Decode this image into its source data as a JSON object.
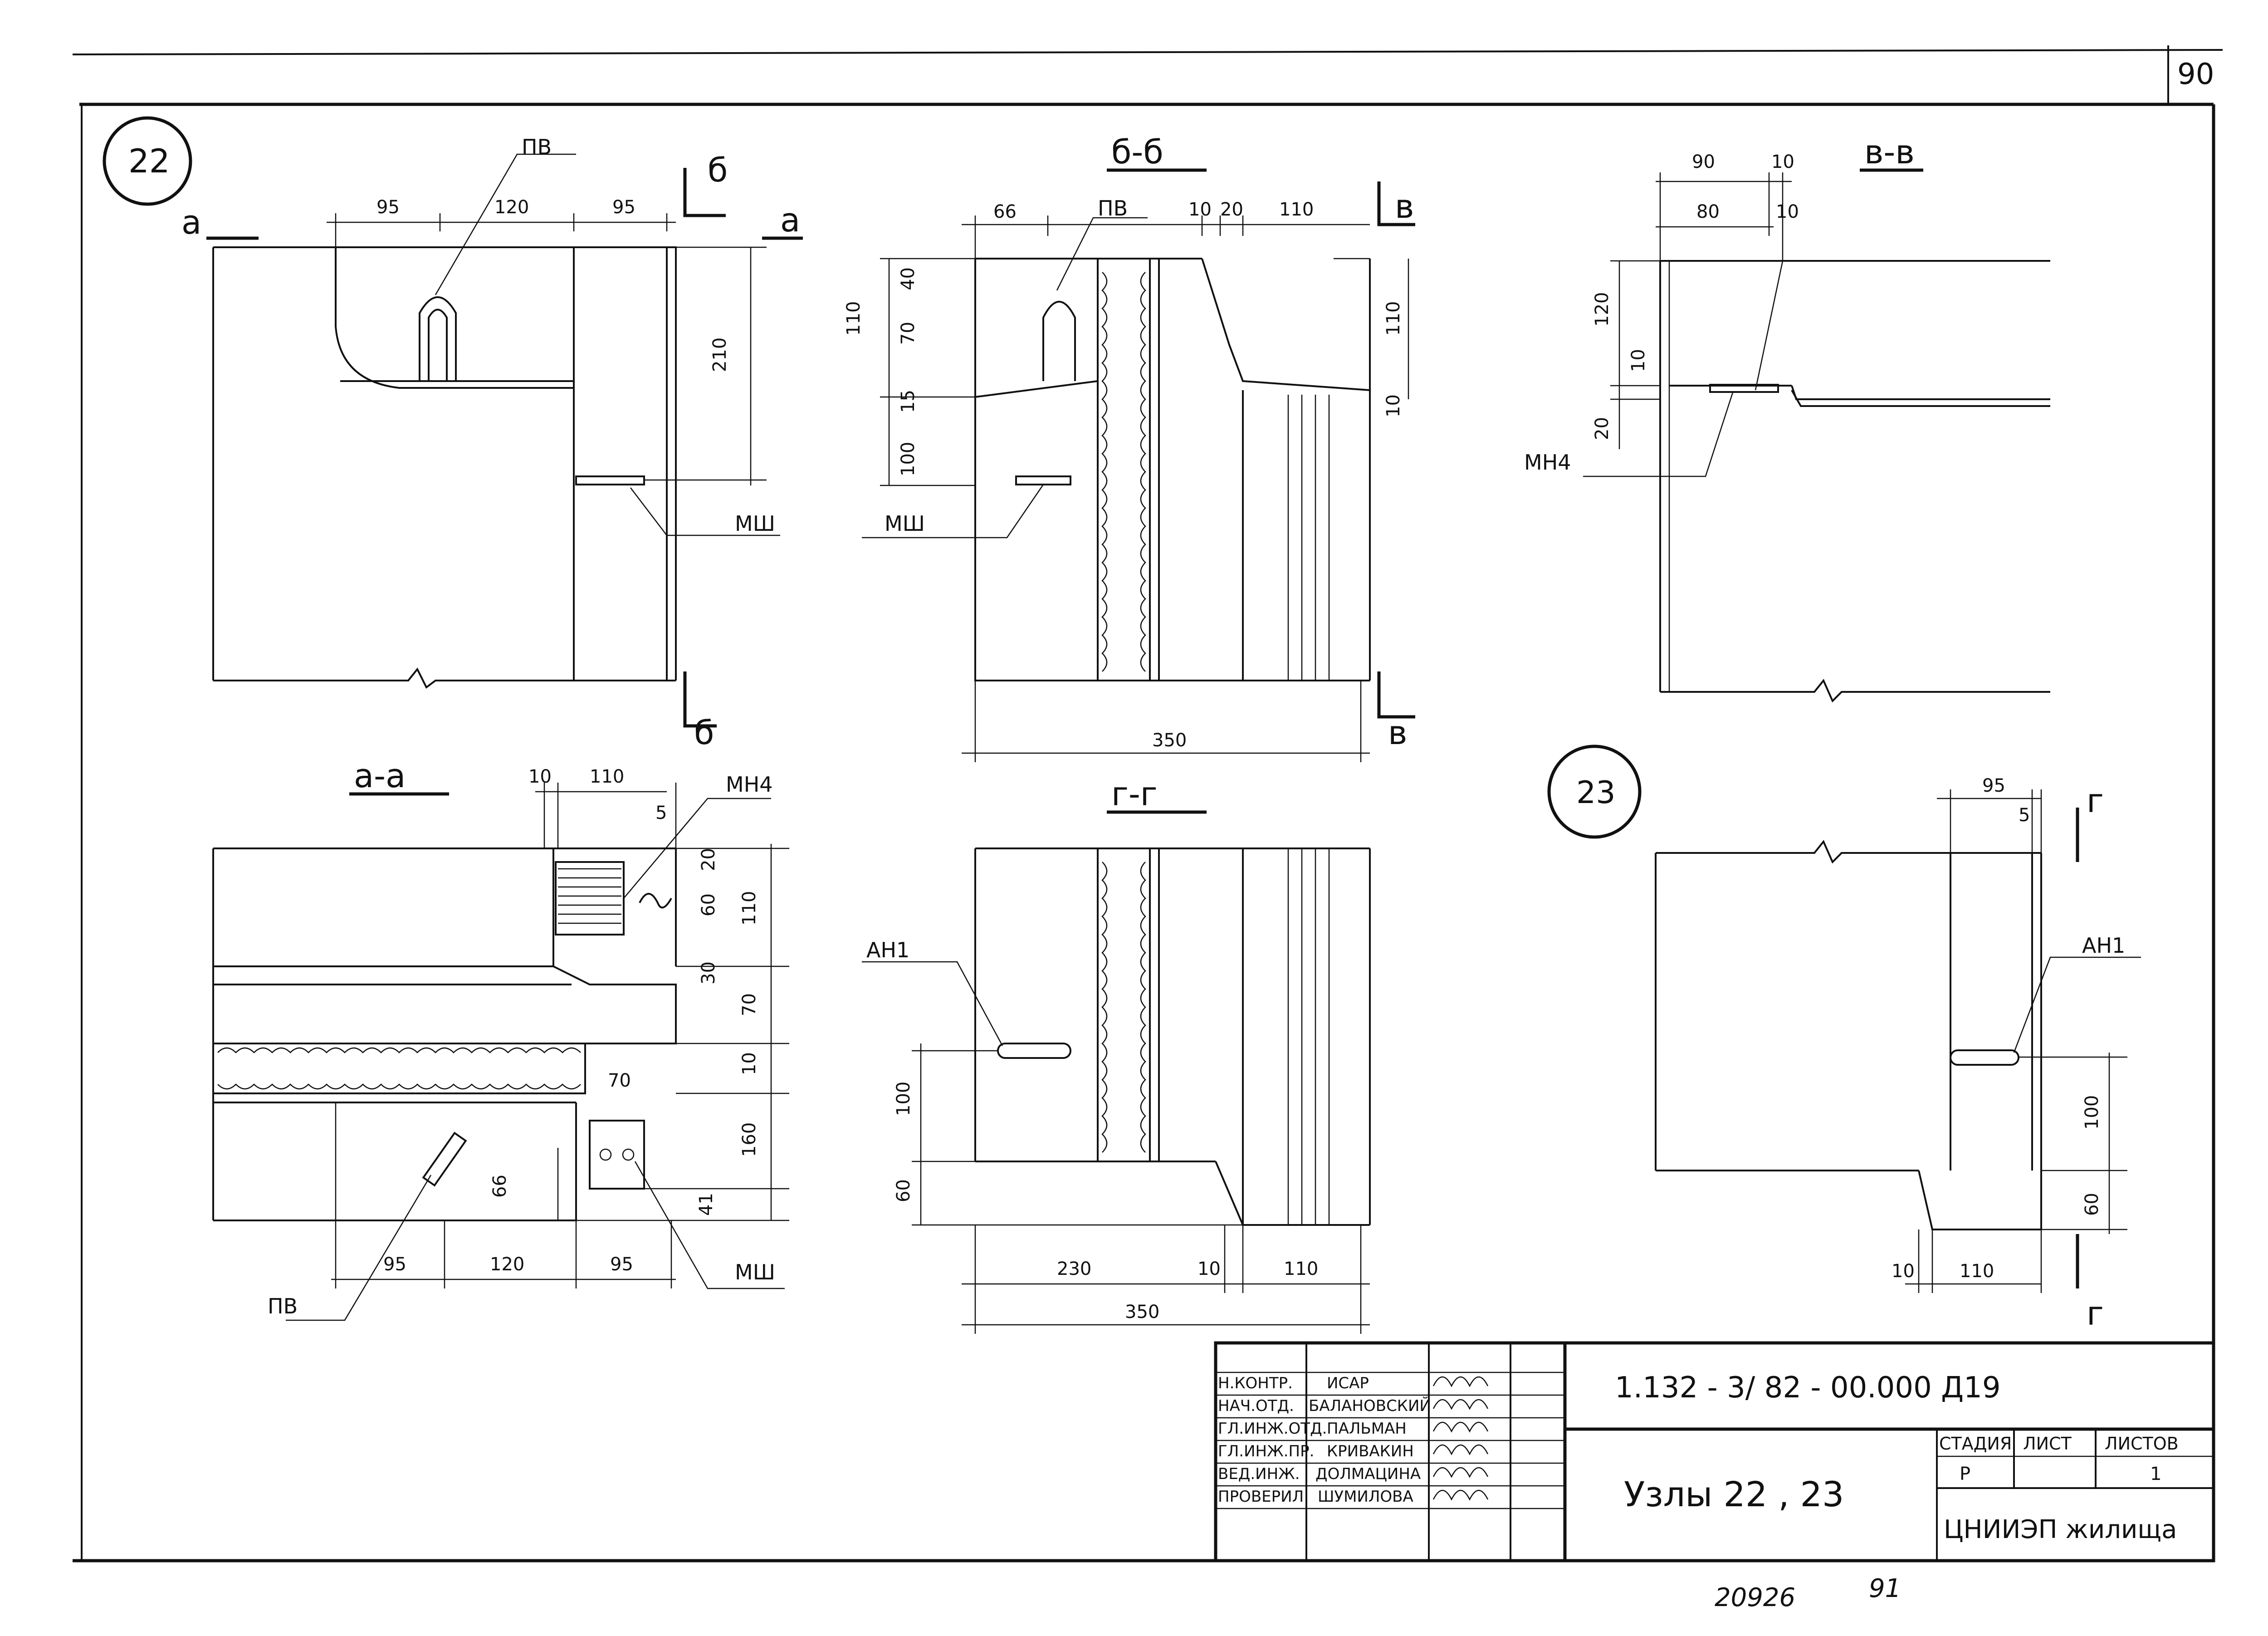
{
  "sheet": {
    "page_no": "90",
    "bottom_left": "20926",
    "bottom_right": "91"
  },
  "nodes": {
    "n22": "22",
    "n23": "23"
  },
  "sections": {
    "aa": "а-а",
    "bb": "б-б",
    "vv": "в-в",
    "gg": "г-г"
  },
  "cut_marks": {
    "a": "а",
    "b": "б",
    "v": "в",
    "g": "г"
  },
  "labels": {
    "pv": "ПВ",
    "msh": "МШ",
    "mn4": "МН4",
    "an1": "АН1"
  },
  "dims": {
    "d95": "95",
    "d120": "120",
    "d210": "210",
    "d66": "66",
    "d10": "10",
    "d20": "20",
    "d110": "110",
    "d40": "40",
    "d70": "70",
    "d15": "15",
    "d100": "100",
    "d350": "350",
    "d90": "90",
    "d80": "80",
    "d5": "5",
    "d60": "60",
    "d30": "30",
    "d160": "160",
    "d41": "41",
    "d230": "230"
  },
  "title_block": {
    "doc_code": "1.132 - 3/ 82 - 00.000 Д19",
    "title": "Узлы 22 , 23",
    "org": "ЦНИИЭП жилища",
    "col_stage": "СТАДИЯ",
    "col_sheet": "ЛИСТ",
    "col_sheets": "ЛИСТОВ",
    "stage": "Р",
    "sheets": "1",
    "roles": [
      {
        "role": "Н.КОНТР.",
        "name": "ИСАР"
      },
      {
        "role": "НАЧ.ОТД.",
        "name": "БАЛАНОВСКИЙ"
      },
      {
        "role": "ГЛ.ИНЖ.ОТД.",
        "name": "ПАЛЬМАН"
      },
      {
        "role": "ГЛ.ИНЖ.ПР.",
        "name": "КРИВАКИН"
      },
      {
        "role": "ВЕД.ИНЖ.",
        "name": "ДОЛМАЦИНА"
      },
      {
        "role": "ПРОВЕРИЛ",
        "name": "ШУМИЛОВА"
      }
    ]
  }
}
